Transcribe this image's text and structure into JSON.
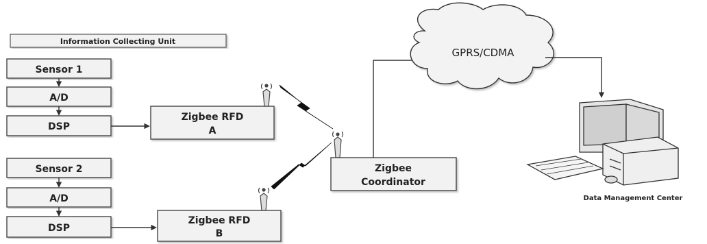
{
  "header": {
    "label": "Information Collecting Unit"
  },
  "chain_1": {
    "sensor": "Sensor 1",
    "ad": "A/D",
    "dsp": "DSP",
    "rfd_line1": "Zigbee RFD",
    "rfd_line2": "A"
  },
  "chain_2": {
    "sensor": "Sensor 2",
    "ad": "A/D",
    "dsp": "DSP",
    "rfd_line1": "Zigbee RFD",
    "rfd_line2": "B"
  },
  "coordinator": {
    "line1": "Zigbee",
    "line2": "Coordinator"
  },
  "network": {
    "label": "GPRS/CDMA"
  },
  "center": {
    "label": "Data Management Center"
  },
  "colors": {
    "box_fill": "#f2f2f2",
    "box_stroke": "#444444",
    "cloud_fill": "#f3f3f3",
    "line": "#333333",
    "text": "#222222"
  }
}
